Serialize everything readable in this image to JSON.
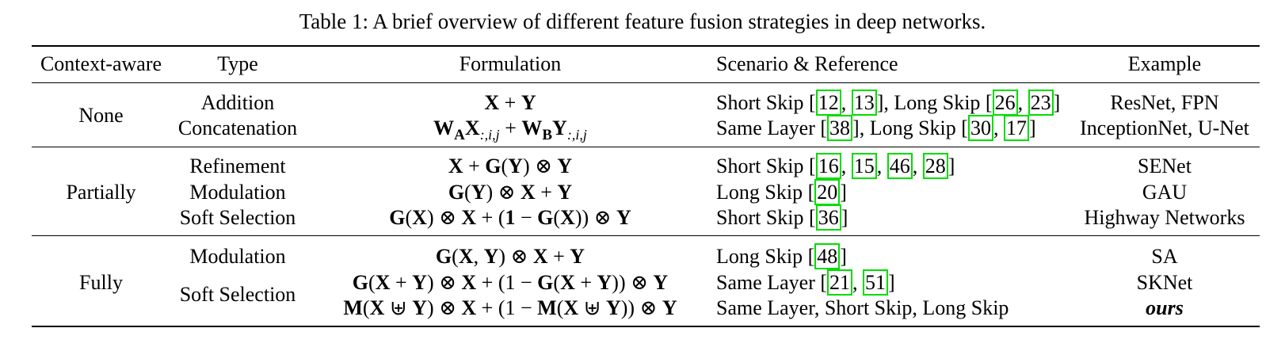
{
  "caption": "Table 1: A brief overview of different feature fusion strategies in deep networks.",
  "headers": [
    "Context-aware",
    "Type",
    "Formulation",
    "Scenario & Reference",
    "Example"
  ],
  "groups": [
    {
      "context": "None",
      "rows": [
        {
          "type": "Addition",
          "formula": "X + Y",
          "scenario": [
            "Short Skip [",
            "12",
            ", ",
            "13",
            "], Long Skip [",
            "26",
            ", ",
            "23",
            "]"
          ],
          "example": "ResNet, FPN"
        },
        {
          "type": "Concatenation",
          "formula": "W_A X_{:,i,j} + W_B Y_{:,i,j}",
          "scenario": [
            "Same Layer [",
            "38",
            "], Long Skip [",
            "30",
            ", ",
            "17",
            "]"
          ],
          "example": "InceptionNet, U-Net"
        }
      ]
    },
    {
      "context": "Partially",
      "rows": [
        {
          "type": "Refinement",
          "formula": "X + G(Y) ⊗ Y",
          "scenario": [
            "Short Skip [",
            "16",
            ", ",
            "15",
            ", ",
            "46",
            ", ",
            "28",
            "]"
          ],
          "example": "SENet"
        },
        {
          "type": "Modulation",
          "formula": "G(Y) ⊗ X + Y",
          "scenario": [
            "Long Skip [",
            "20",
            "]"
          ],
          "example": "GAU"
        },
        {
          "type": "Soft Selection",
          "formula": "G(X) ⊗ X + (1 − G(X)) ⊗ Y",
          "scenario": [
            "Short Skip [",
            "36",
            "]"
          ],
          "example": "Highway Networks"
        }
      ]
    },
    {
      "context": "Fully",
      "rows": [
        {
          "type": "Modulation",
          "formula": "G(X, Y) ⊗ X + Y",
          "scenario": [
            "Long Skip [",
            "48",
            "]"
          ],
          "example": "SA"
        },
        {
          "type": "Soft Selection",
          "formula": "G(X + Y) ⊗ X + (1 − G(X + Y)) ⊗ Y",
          "scenario": [
            "Same Layer [",
            "21",
            ", ",
            "51",
            "]"
          ],
          "example": "SKNet"
        },
        {
          "type": "",
          "formula": "M(X ⊎ Y) ⊗ X + (1 − M(X ⊎ Y)) ⊗ Y",
          "scenario": [
            "Same Layer, Short Skip, Long Skip"
          ],
          "example": "ours"
        }
      ]
    }
  ]
}
